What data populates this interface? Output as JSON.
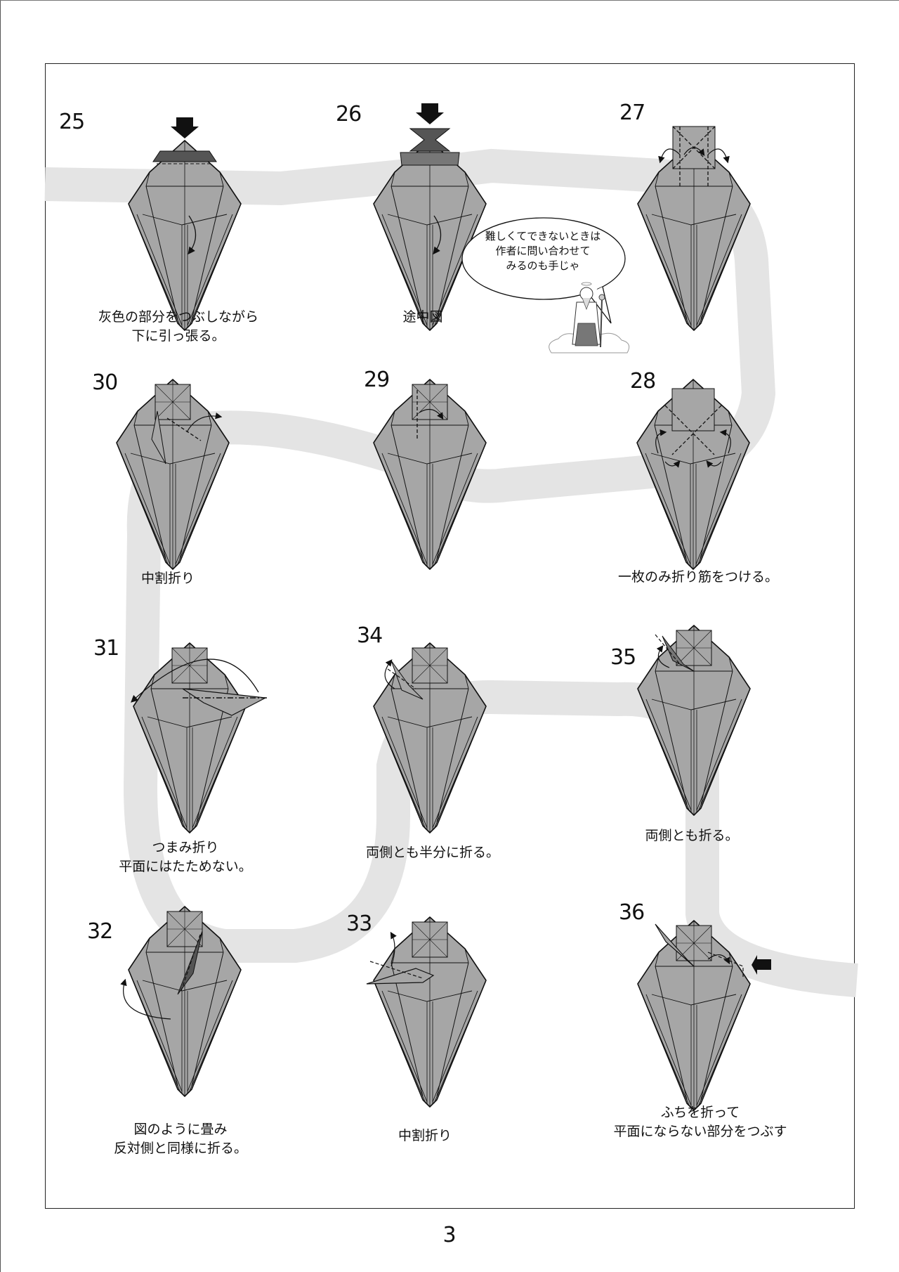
{
  "page_number": "3",
  "steps": [
    {
      "number": "25",
      "caption": [
        "灰色の部分をつぶしながら",
        "下に引っ張る。"
      ]
    },
    {
      "number": "26",
      "caption": [
        "途中図"
      ]
    },
    {
      "number": "27",
      "caption": []
    },
    {
      "number": "28",
      "caption": [
        "一枚のみ折り筋をつける。"
      ]
    },
    {
      "number": "29",
      "caption": []
    },
    {
      "number": "30",
      "caption": [
        "中割折り"
      ]
    },
    {
      "number": "31",
      "caption": [
        "つまみ折り",
        "平面にはたためない。"
      ]
    },
    {
      "number": "34",
      "caption": [
        "両側とも半分に折る。"
      ]
    },
    {
      "number": "35",
      "caption": [
        "両側とも折る。"
      ]
    },
    {
      "number": "32",
      "caption": [
        "図のように畳み",
        "反対側と同様に折る。"
      ]
    },
    {
      "number": "33",
      "caption": [
        "中割折り"
      ]
    },
    {
      "number": "36",
      "caption": [
        "ふちを折って",
        "平面にならない部分をつぶす"
      ]
    }
  ],
  "speech_bubble": [
    "難しくてできないときは",
    "作者に問い合わせて",
    "みるのも手じゃ"
  ],
  "colors": {
    "paper": "#a6a6a6",
    "dark": "#555555",
    "path": "#e4e4e4",
    "line": "#111111"
  }
}
